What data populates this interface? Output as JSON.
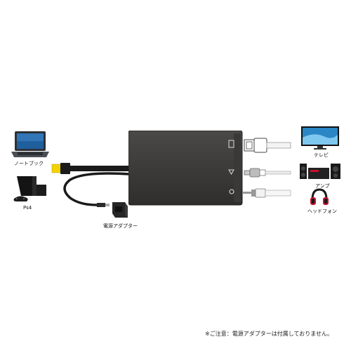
{
  "devices": {
    "notebook": {
      "label": "ノートブック",
      "icon": "laptop-icon"
    },
    "ps4": {
      "label": "Ps4",
      "icon": "game-console-icon"
    },
    "tv": {
      "label": "テレビ",
      "icon": "tv-icon"
    },
    "amp": {
      "label": "アンプ",
      "icon": "speaker-icon"
    },
    "headphone": {
      "label": "ヘッドフォン",
      "icon": "headphone-icon"
    }
  },
  "adapter": {
    "power_label": "電源アダプター"
  },
  "footer": {
    "note": "※ご注意：電源アダプターは付属しておりません。"
  },
  "colors": {
    "converter_body": "#3b3a38",
    "hdmi_yellow": "#f2d300",
    "cable": "#1a1a1a",
    "speaker_red": "#c8102e"
  }
}
